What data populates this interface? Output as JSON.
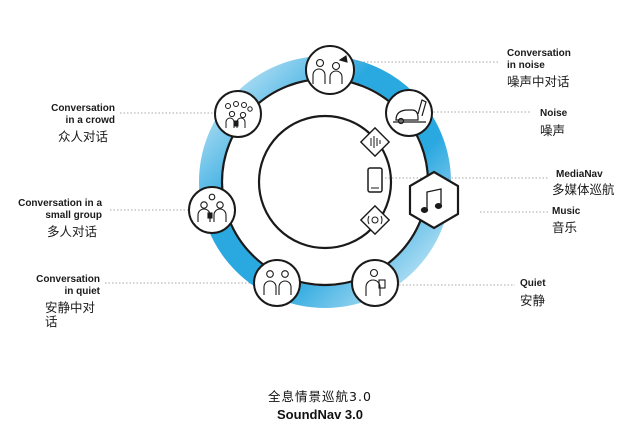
{
  "colors": {
    "ring_blue": "#2aa8e0",
    "ring_light": "#d8eef9",
    "stroke": "#1a1a1a"
  },
  "labels": {
    "noise_conversation": {
      "en1": "Conversation",
      "en2": "in noise",
      "zh": "噪声中对话"
    },
    "noise": {
      "en1": "Noise",
      "zh": "噪声"
    },
    "crowd": {
      "en1": "Conversation",
      "en2": "in a crowd",
      "zh": "众人对话"
    },
    "small_group": {
      "en1": "Conversation in a",
      "en2": "small group",
      "zh": "多人对话"
    },
    "quiet_conversation": {
      "en1": "Conversation",
      "en2": "in quiet",
      "zh": "安静中对话"
    },
    "medianav": {
      "en1": "MediaNav",
      "zh": "多媒体巡航"
    },
    "music": {
      "en1": "Music",
      "zh": "音乐"
    },
    "quiet": {
      "en1": "Quiet",
      "zh": "安静"
    }
  },
  "title": {
    "zh": "全息情景巡航3.0",
    "en": "SoundNav 3.0"
  },
  "icons": {
    "crowd": "crowd-people-icon",
    "noise_conversation": "two-people-talking-icon",
    "noise": "vacuum-cleaner-icon",
    "small_group": "small-group-icon",
    "quiet_conversation": "two-people-icon",
    "quiet": "person-reading-icon",
    "music": "music-note-icon",
    "medianav": "phone-icon"
  }
}
